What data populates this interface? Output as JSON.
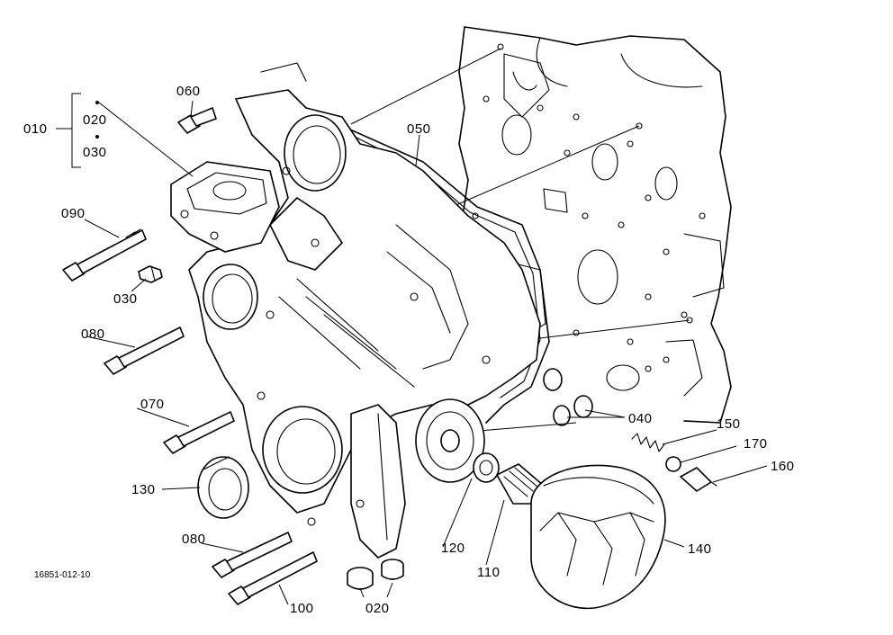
{
  "drawing_code": "16851-012-10",
  "callouts": {
    "c010": "010",
    "c020_top": "020",
    "c030_top": "030",
    "c060": "060",
    "c050": "050",
    "c090": "090",
    "c030": "030",
    "c080_top": "080",
    "c070": "070",
    "c130": "130",
    "c080_bottom": "080",
    "c100": "100",
    "c020_bottom": "020",
    "c120": "120",
    "c110": "110",
    "c140": "140",
    "c040": "040",
    "c150": "150",
    "c170": "170",
    "c160": "160"
  }
}
